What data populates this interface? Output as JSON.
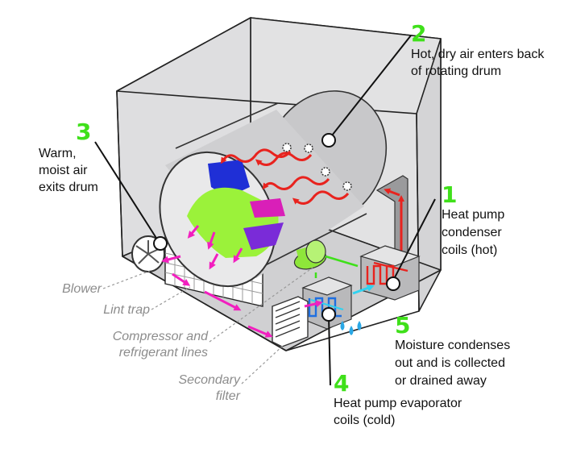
{
  "colors": {
    "accent_number": "#3fe01a",
    "hot_air": "#e8231e",
    "moist_air": "#f21fbf",
    "cold_air": "#2fd2f0",
    "compressor": "#8ee63a",
    "water": "#2aa8e6",
    "housing_fill": "#dadadb",
    "housing_line": "#222222"
  },
  "callouts": [
    {
      "number": "1",
      "text": "Heat pump\ncondenser\ncoils (hot)"
    },
    {
      "number": "2",
      "text": "Hot, dry air enters back\nof rotating drum"
    },
    {
      "number": "3",
      "text": "Warm,\nmoist air\nexits drum"
    },
    {
      "number": "4",
      "text": "Heat pump evaporator\ncoils (cold)"
    },
    {
      "number": "5",
      "text": "Moisture condenses\nout and is collected\nor drained away"
    }
  ],
  "side_labels": [
    {
      "text": "Blower"
    },
    {
      "text": "Lint trap"
    },
    {
      "text": "Compressor and\nrefrigerant lines"
    },
    {
      "text": "Secondary\nfilter"
    }
  ]
}
